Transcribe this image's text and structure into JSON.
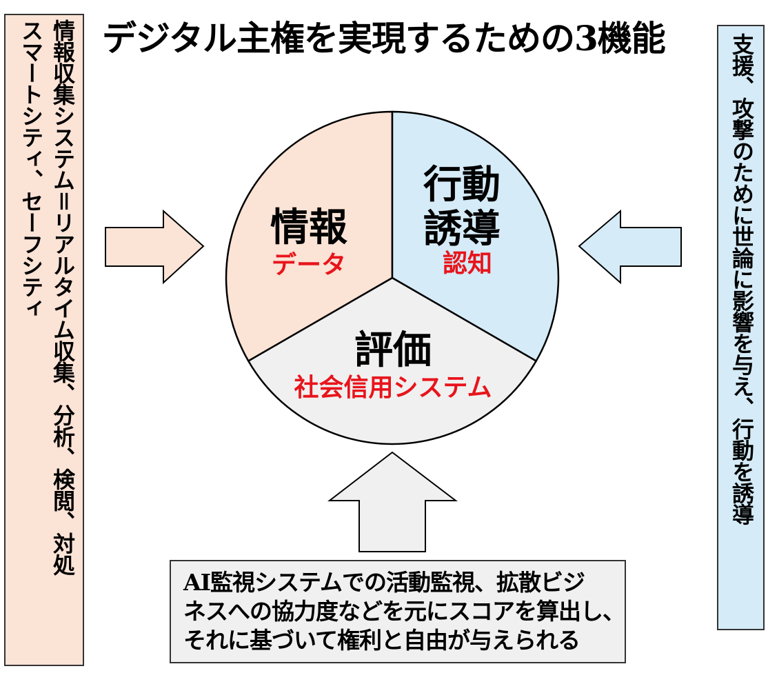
{
  "title": "デジタル主権を実現するための3機能",
  "left_box": {
    "lines": [
      "情報収集システム＝リアルタイム収集、分析、検閲、対処",
      "スマートシティ、セーフシティ"
    ]
  },
  "right_box": {
    "lines": [
      "支援、攻撃のために世論に影響を与え、行動を誘導"
    ]
  },
  "segments": {
    "info": {
      "title": "情報",
      "sub": "データ"
    },
    "action": {
      "title_line1": "行動",
      "title_line2": "誘導",
      "sub": "認知"
    },
    "eval": {
      "title": "評価",
      "sub": "社会信用システム"
    }
  },
  "bottom_box": {
    "lines": [
      "AI監視システムでの活動監視、拡散ビジ",
      "ネスへの協力度などを元にスコアを算出し、",
      "それに基づいて権利と自由が与えられる"
    ]
  },
  "colors": {
    "info_fill": "#fbe3d6",
    "action_fill": "#d5ebf7",
    "eval_fill": "#f0f0f0",
    "accent_red": "#e8141b"
  },
  "icons": {
    "left_arrow": "arrow-right-icon",
    "right_arrow": "arrow-left-icon",
    "bottom_arrow": "arrow-up-icon"
  }
}
